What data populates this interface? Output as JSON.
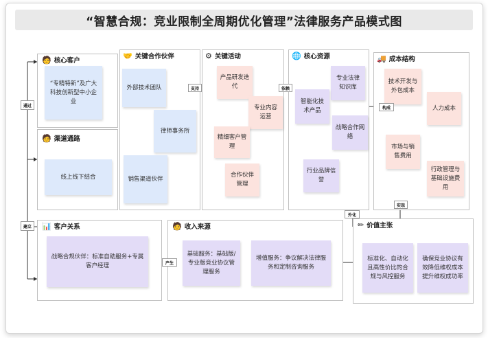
{
  "title": "“智慧合规：竞业限制全周期优化管理”法律服务产品模式图",
  "panels": {
    "core_customers": {
      "label": "核心客户",
      "icon": "person-icon"
    },
    "channels": {
      "label": "渠道通路",
      "icon": "person-icon"
    },
    "key_partners": {
      "label": "关键合作伙伴",
      "icon": "handshake-icon"
    },
    "key_activities": {
      "label": "关键活动",
      "icon": "gears-icon"
    },
    "key_resources": {
      "label": "核心资源",
      "icon": "globe-icon"
    },
    "cost_structure": {
      "label": "成本结构",
      "icon": "truck-icon"
    },
    "customer_relations": {
      "label": "客户关系",
      "icon": "bar-chart-icon"
    },
    "revenue": {
      "label": "收入来源",
      "icon": "person-icon"
    },
    "value_prop": {
      "label": "价值主张",
      "icon": "pencil-icon"
    }
  },
  "notes": {
    "customer": "“专精特新”及广大科技创新型中小企业",
    "channel": "线上线下结合",
    "partner1": "外部技术团队",
    "partner2": "律师事务所",
    "partner3": "销售渠道伙伴",
    "activity1": "产品研发迭代",
    "activity2": "专业内容运营",
    "activity3": "精细客户管理",
    "activity4": "合作伙伴管理",
    "resource1": "专业法律知识库",
    "resource2": "智能化技术产品",
    "resource3": "战略合作网络",
    "resource4": "行业品牌信誉",
    "cost1": "技术开发与外包成本",
    "cost2": "人力成本",
    "cost3": "市场与销售费用",
    "cost4": "行政管理与基础设施费用",
    "relation": "战略合规伙伴：标准自助服务+专属客户经理",
    "revenue1": "基础服务：基础版/专业版竞业协议管理服务",
    "revenue2": "增值服务：争议解决法律服务和定制咨询服务",
    "value1": "标准化、自动化且高性价比的合规与风控服务",
    "value2": "确保竞业协议有效降低维权成本提升维权成功率"
  },
  "connectors": {
    "reach": "通过",
    "establish": "建立",
    "support": "支持",
    "rely": "依赖",
    "compose": "构成",
    "implement": "实现",
    "produce": "产生",
    "outward": "外化"
  }
}
